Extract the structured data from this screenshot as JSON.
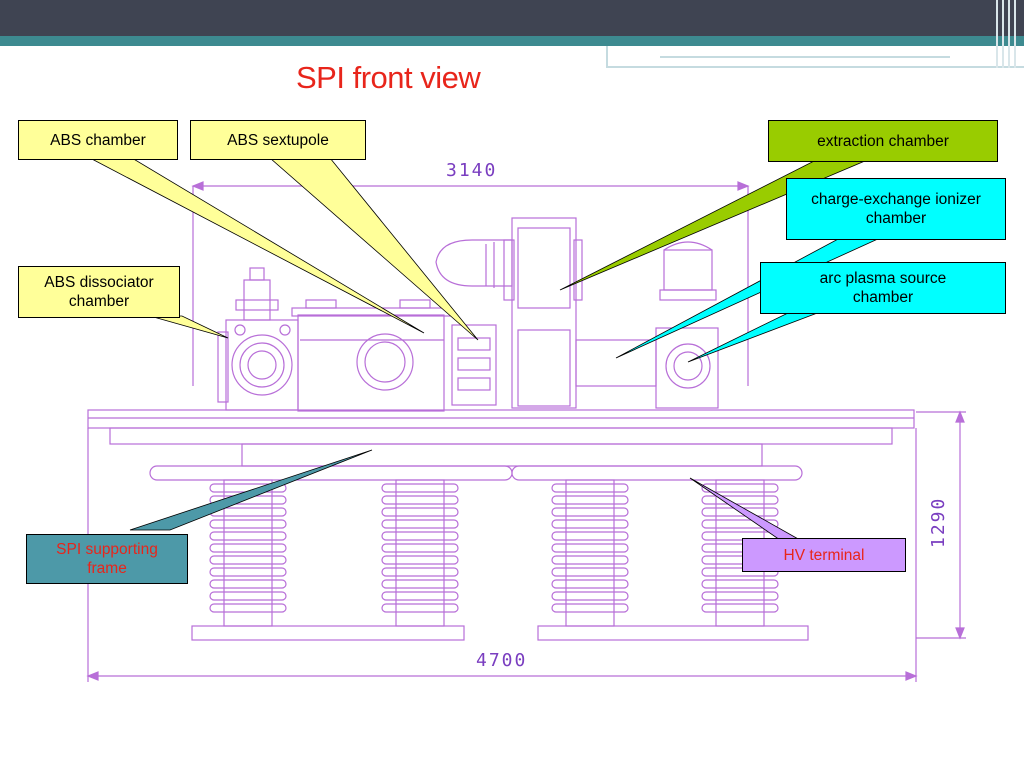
{
  "slide": {
    "title": "SPI front view"
  },
  "dimensions": {
    "top_width": "3140",
    "bottom_width": "4700",
    "height": "1290"
  },
  "labels": {
    "abs_chamber": "ABS chamber",
    "abs_sextupole": "ABS sextupole",
    "abs_dissociator": "ABS dissociator chamber",
    "extraction_chamber": "extraction chamber",
    "charge_exchange": "charge-exchange ionizer chamber",
    "arc_plasma": "arc plasma source chamber",
    "spi_supporting_frame": "SPI supporting frame",
    "hv_terminal": "HV terminal"
  },
  "colors": {
    "title": "#e8251b",
    "yellow_box": "#ffff99",
    "green_box": "#99cc00",
    "cyan_box": "#00ffff",
    "teal_box": "#4d99a8",
    "violet_box": "#cc99ff",
    "drawing_line": "#b86fd8"
  }
}
